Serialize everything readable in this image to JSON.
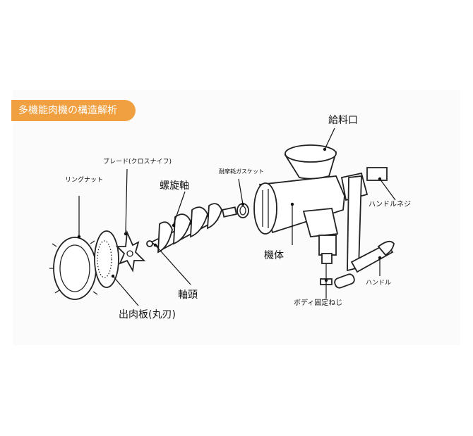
{
  "diagram": {
    "banner": "多機能肉機の構造解析",
    "labels": {
      "ring_nut": "リングナット",
      "blade": "ブレード(クロスナイフ)",
      "screw": "螺旋軸",
      "gasket": "耐摩耗ガスケット",
      "hopper": "給料口",
      "handle_screw": "ハンドルネジ",
      "body": "機体",
      "handle": "ハンドル",
      "shaft_head": "軸頭",
      "plate": "出肉板(丸刃)",
      "clamp_screw": "ボディ固定ねじ"
    },
    "colors": {
      "banner_bg": "#f0a040",
      "banner_text": "#ffffff",
      "ink": "#222222"
    }
  }
}
